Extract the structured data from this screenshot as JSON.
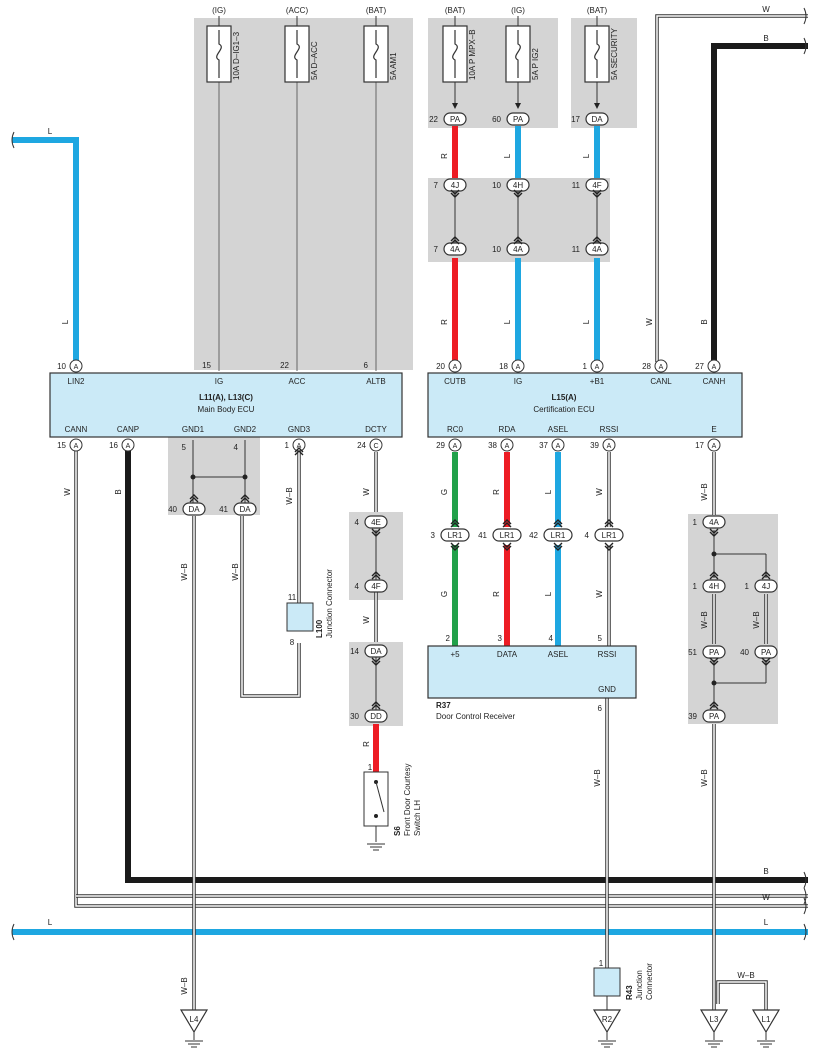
{
  "fuses": [
    {
      "source": "(IG)",
      "label": "10A D–IG1–3"
    },
    {
      "source": "(ACC)",
      "label": "5A D–ACC"
    },
    {
      "source": "(BAT)",
      "label": "5A AM1"
    },
    {
      "source": "(BAT)",
      "label": "10A P MPX–B"
    },
    {
      "source": "(IG)",
      "label": "5A P IG2"
    },
    {
      "source": "(BAT)",
      "label": "5A SECURITY"
    }
  ],
  "main_body_ecu": {
    "title": "L11(A), L13(C)",
    "subtitle": "Main Body ECU",
    "top_pins": [
      {
        "name": "LIN2",
        "num": "10",
        "conn": "A"
      },
      {
        "name": "IG",
        "num": "15",
        "conn": ""
      },
      {
        "name": "ACC",
        "num": "22",
        "conn": ""
      },
      {
        "name": "ALTB",
        "num": "6",
        "conn": ""
      }
    ],
    "bottom_pins": [
      {
        "name": "CANN",
        "num": "15",
        "conn": "A"
      },
      {
        "name": "CANP",
        "num": "16",
        "conn": "A"
      },
      {
        "name": "GND1",
        "num": "5",
        "conn": ""
      },
      {
        "name": "GND2",
        "num": "4",
        "conn": ""
      },
      {
        "name": "GND3",
        "num": "1",
        "conn": "A"
      },
      {
        "name": "DCTY",
        "num": "24",
        "conn": "C"
      }
    ]
  },
  "cert_ecu": {
    "title": "L15(A)",
    "subtitle": "Certification ECU",
    "top_pins": [
      {
        "name": "CUTB",
        "num": "20",
        "conn": "A"
      },
      {
        "name": "IG",
        "num": "18",
        "conn": "A"
      },
      {
        "name": "+B1",
        "num": "1",
        "conn": "A"
      },
      {
        "name": "CANL",
        "num": "28",
        "conn": "A"
      },
      {
        "name": "CANH",
        "num": "27",
        "conn": "A"
      }
    ],
    "bottom_pins": [
      {
        "name": "RC0",
        "num": "29",
        "conn": "A"
      },
      {
        "name": "RDA",
        "num": "38",
        "conn": "A"
      },
      {
        "name": "ASEL",
        "num": "37",
        "conn": "A"
      },
      {
        "name": "RSSI",
        "num": "39",
        "conn": "A"
      },
      {
        "name": "E",
        "num": "17",
        "conn": "A"
      }
    ]
  },
  "door_receiver": {
    "title": "R37",
    "subtitle": "Door Control Receiver",
    "pins": [
      {
        "name": "+5",
        "num": "2"
      },
      {
        "name": "DATA",
        "num": "3"
      },
      {
        "name": "ASEL",
        "num": "4"
      },
      {
        "name": "RSSI",
        "num": "5"
      },
      {
        "name": "GND",
        "num": "6"
      }
    ]
  },
  "junction_l100": {
    "title": "L100",
    "subtitle": "Junction Connector",
    "pin_top": "11",
    "pin_bottom": "8"
  },
  "junction_r43": {
    "title": "R43",
    "subtitle": "Junction Connector",
    "pin_top": "1"
  },
  "switch_s6": {
    "title": "S6",
    "subtitle": "Front Door Courtesy Switch LH",
    "pin": "1"
  },
  "connectors": {
    "pa_22": {
      "num": "22",
      "conn": "PA"
    },
    "pa_60": {
      "num": "60",
      "conn": "PA"
    },
    "da_17": {
      "num": "17",
      "conn": "DA"
    },
    "j4j_7": {
      "num": "7",
      "conn": "4J"
    },
    "j4h_10": {
      "num": "10",
      "conn": "4H"
    },
    "j4f_11": {
      "num": "11",
      "conn": "4F"
    },
    "j4a_7": {
      "num": "7",
      "conn": "4A"
    },
    "j4a_10": {
      "num": "10",
      "conn": "4A"
    },
    "j4a_11": {
      "num": "11",
      "conn": "4A"
    },
    "da_40": {
      "num": "40",
      "conn": "DA"
    },
    "da_41": {
      "num": "41",
      "conn": "DA"
    },
    "e4e_4": {
      "num": "4",
      "conn": "4E"
    },
    "f4f_4": {
      "num": "4",
      "conn": "4F"
    },
    "da_14": {
      "num": "14",
      "conn": "DA"
    },
    "dd_30": {
      "num": "30",
      "conn": "DD"
    },
    "lr1_3": {
      "num": "3",
      "conn": "LR1"
    },
    "lr1_41": {
      "num": "41",
      "conn": "LR1"
    },
    "lr1_42": {
      "num": "42",
      "conn": "LR1"
    },
    "lr1_4": {
      "num": "4",
      "conn": "LR1"
    },
    "r4a_1": {
      "num": "1",
      "conn": "4A"
    },
    "r4h_1": {
      "num": "1",
      "conn": "4H"
    },
    "r4j_1": {
      "num": "1",
      "conn": "4J"
    },
    "pa_51": {
      "num": "51",
      "conn": "PA"
    },
    "pa_40": {
      "num": "40",
      "conn": "PA"
    },
    "pa_39": {
      "num": "39",
      "conn": "PA"
    }
  },
  "wire_colors": {
    "L": "L",
    "R": "R",
    "G": "G",
    "W": "W",
    "B": "B",
    "WB": "W–B"
  },
  "grounds": [
    "L4",
    "R2",
    "L3",
    "L1"
  ],
  "colors": {
    "blue": "#1ea7e1",
    "red": "#ed1c24",
    "green": "#21a14a",
    "black": "#1a1a1a",
    "box_fill": "#cbeaf7",
    "shade": "#d4d4d4"
  }
}
